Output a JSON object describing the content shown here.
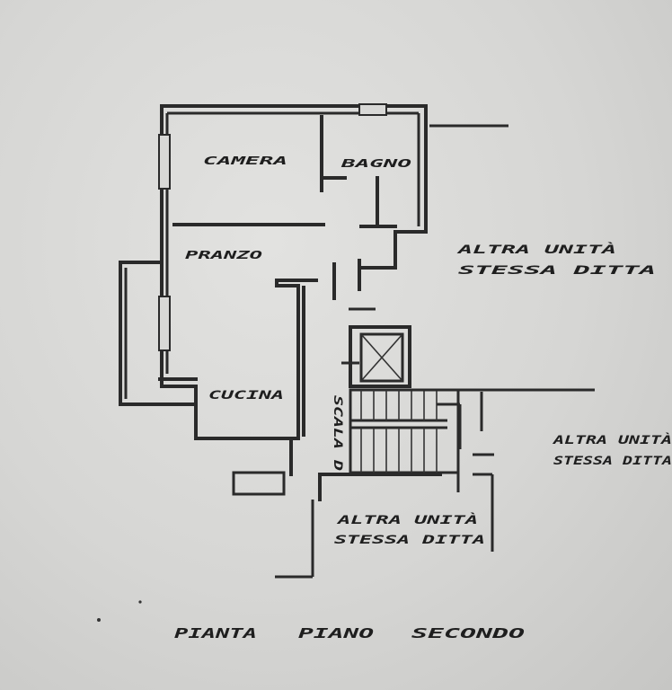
{
  "colors": {
    "paper": "#d6d6d4",
    "ink": "#2a2a2a"
  },
  "rooms": {
    "camera": "CAMERA",
    "bagno": "BAGNO",
    "pranzo": "PRANZO",
    "cucina": "CUCINA",
    "scala": "SCALA D"
  },
  "neighbors": {
    "right_top": {
      "line1": "ALTRA UNITÀ",
      "line2": "STESSA DITTA"
    },
    "right_mid": {
      "line1": "ALTRA UNITÀ",
      "line2": "STESSA DITTA"
    },
    "bottom": {
      "line1": "ALTRA UNITÀ",
      "line2": "STESSA DITTA"
    }
  },
  "title": {
    "word1": "PIANTA",
    "word2": "PIANO",
    "word3": "SECONDO"
  }
}
